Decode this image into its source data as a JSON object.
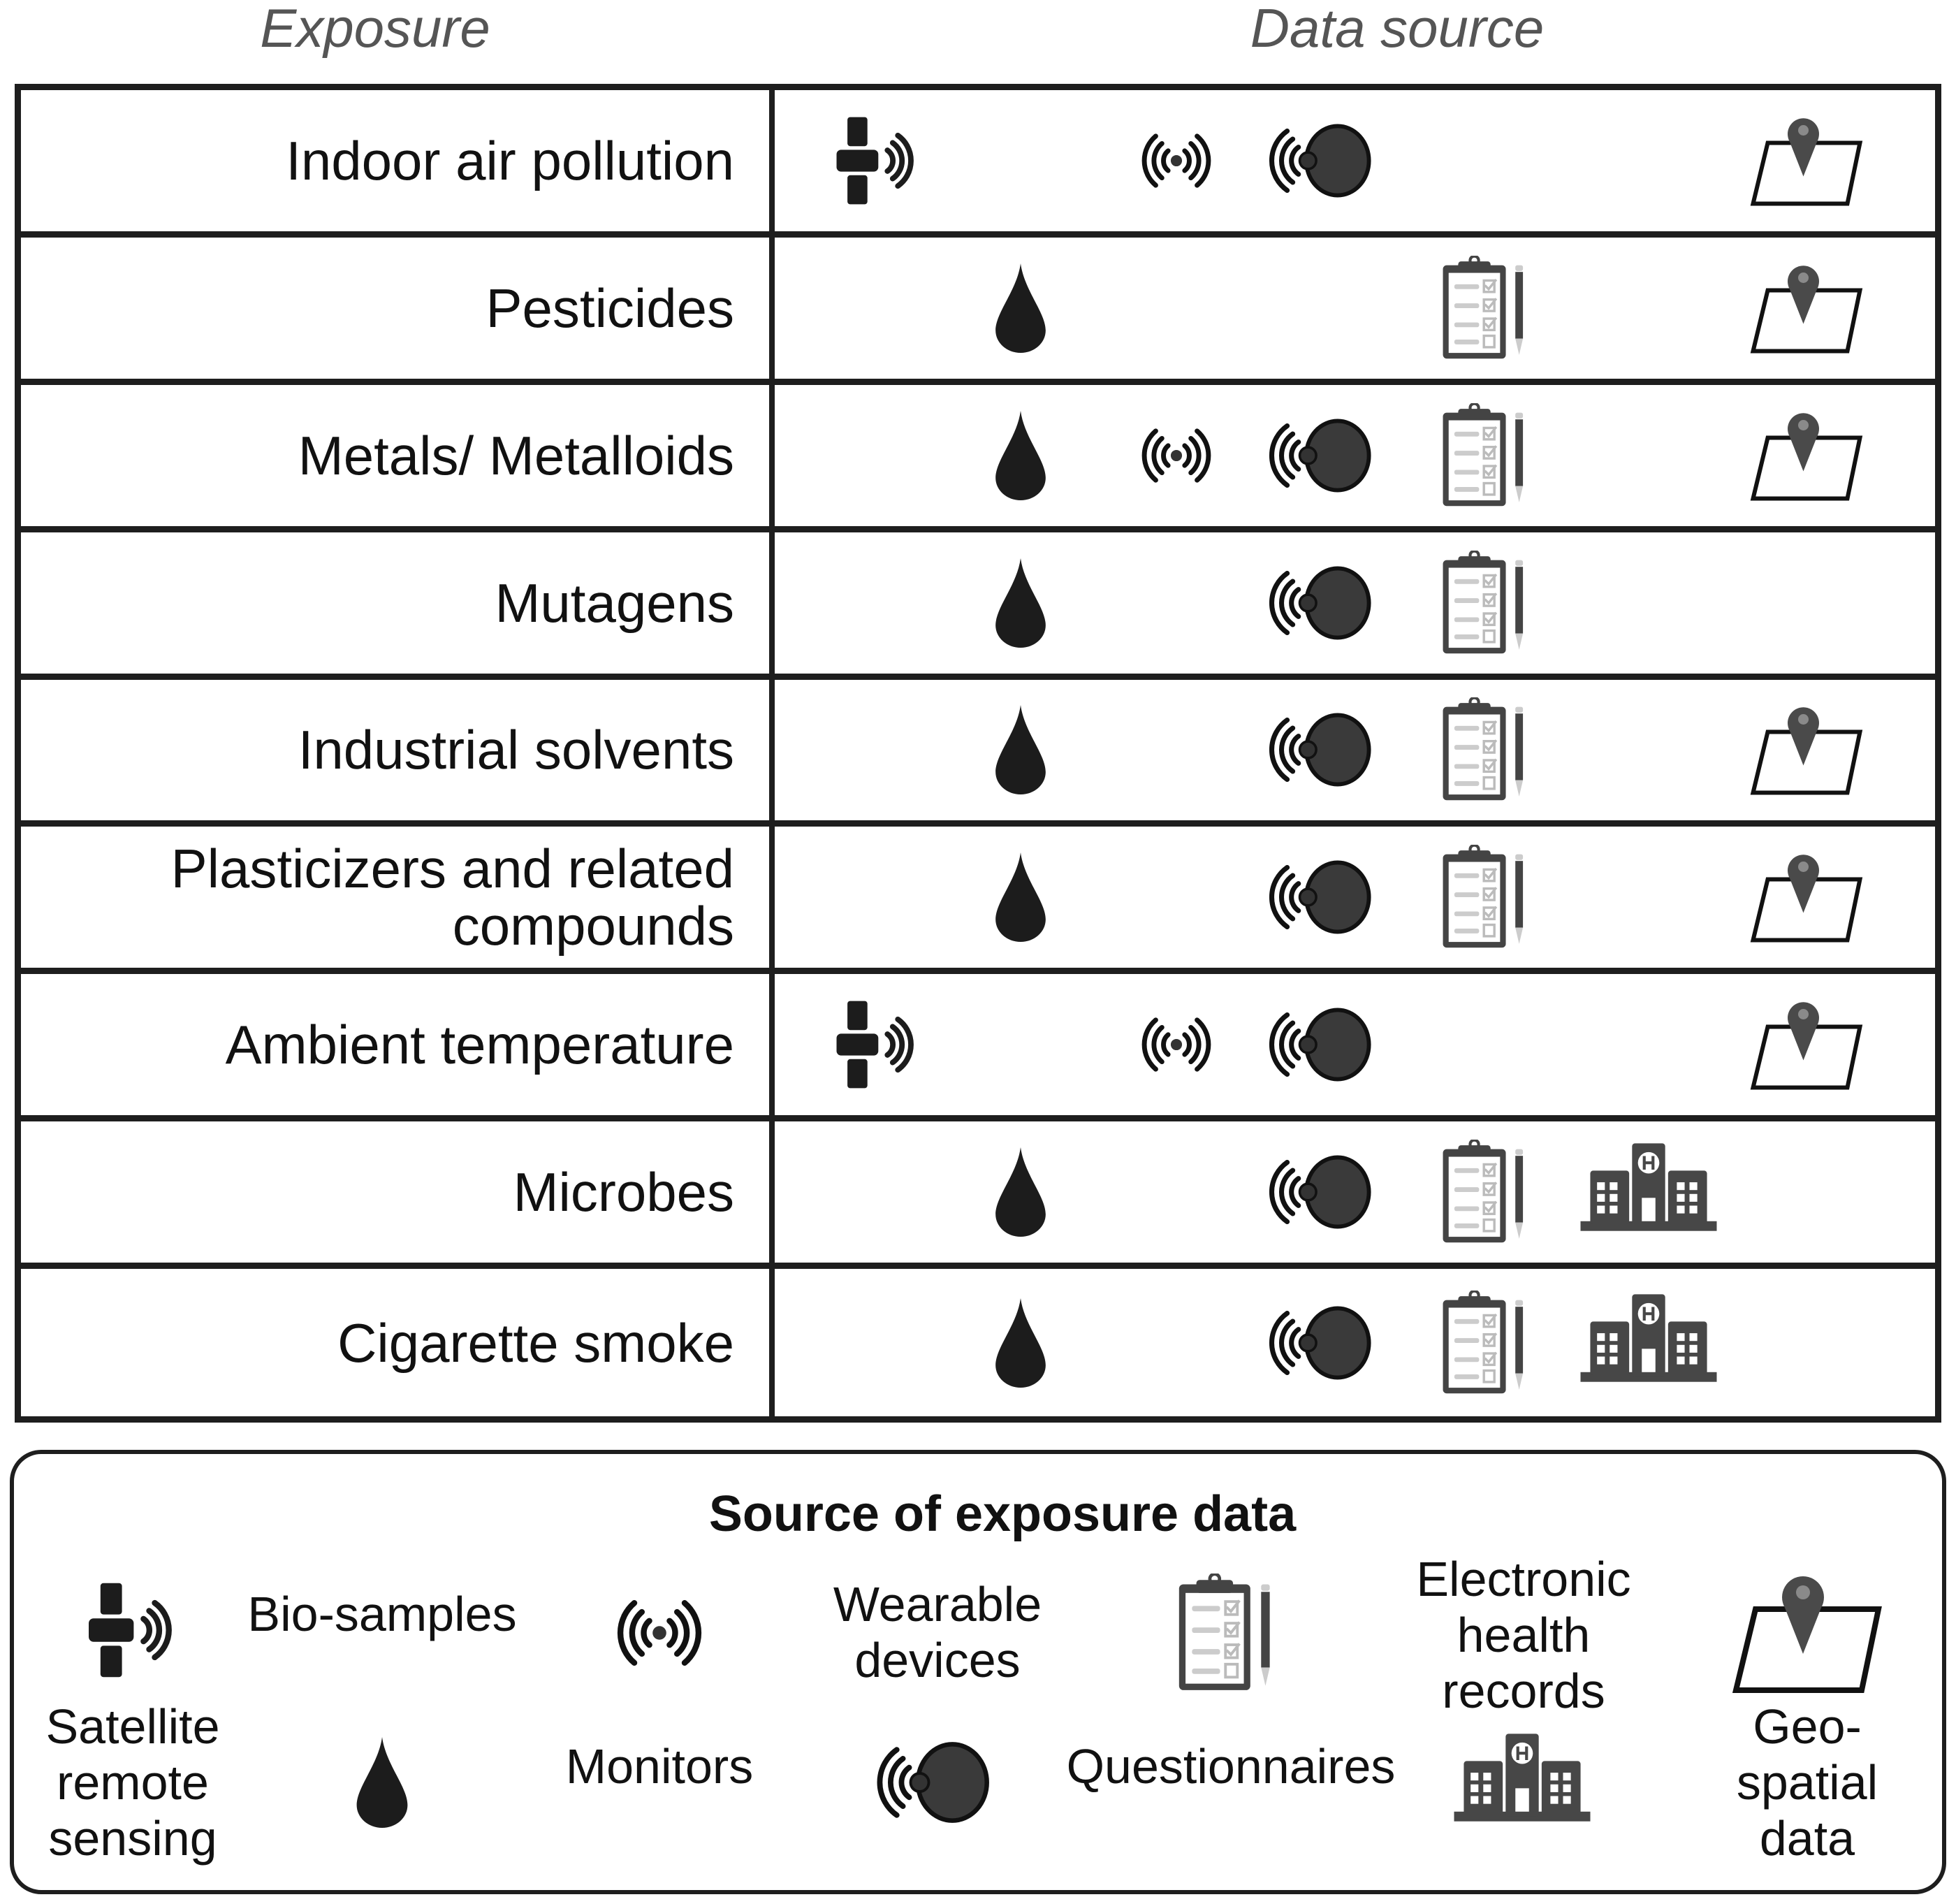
{
  "headers": {
    "exposure": "Exposure",
    "data_source": "Data source"
  },
  "rows": [
    {
      "label": "Indoor air pollution",
      "sources": [
        "satellite",
        "monitor",
        "wearable",
        "geo"
      ]
    },
    {
      "label": "Pesticides",
      "sources": [
        "drop",
        "questionnaire",
        "geo"
      ]
    },
    {
      "label": "Metals/ Metalloids",
      "sources": [
        "drop",
        "monitor",
        "wearable",
        "questionnaire",
        "geo"
      ]
    },
    {
      "label": "Mutagens",
      "sources": [
        "drop",
        "wearable",
        "questionnaire"
      ]
    },
    {
      "label": "Industrial solvents",
      "sources": [
        "drop",
        "wearable",
        "questionnaire",
        "geo"
      ]
    },
    {
      "label": "Plasticizers and related\ncompounds",
      "sources": [
        "drop",
        "wearable",
        "questionnaire",
        "geo"
      ]
    },
    {
      "label": "Ambient temperature",
      "sources": [
        "satellite",
        "monitor",
        "wearable",
        "geo"
      ]
    },
    {
      "label": "Microbes",
      "sources": [
        "drop",
        "wearable",
        "questionnaire",
        "hospital"
      ]
    },
    {
      "label": "Cigarette smoke",
      "sources": [
        "drop",
        "wearable",
        "questionnaire",
        "hospital"
      ]
    }
  ],
  "icons": {
    "satellite": "satellite-icon",
    "drop": "blood-drop-icon",
    "monitor": "broadcast-monitor-icon",
    "wearable": "wearable-sensor-icon",
    "questionnaire": "clipboard-checklist-icon",
    "hospital": "hospital-building-icon",
    "geo": "map-pin-icon"
  },
  "legend": {
    "title": "Source of exposure data",
    "satellite": "Satellite\nremote\nsensing",
    "biosamples": "Bio-samples",
    "monitors": "Monitors",
    "wearable": "Wearable\ndevices",
    "questionnaires": "Questionnaires",
    "ehr": "Electronic\nhealth\nrecords",
    "geo": "Geo-spatial\ndata"
  },
  "colors": {
    "line": "#1e1e1e",
    "icon_dark": "#1c1c1c",
    "icon_gray": "#474747",
    "header": "#555555"
  }
}
